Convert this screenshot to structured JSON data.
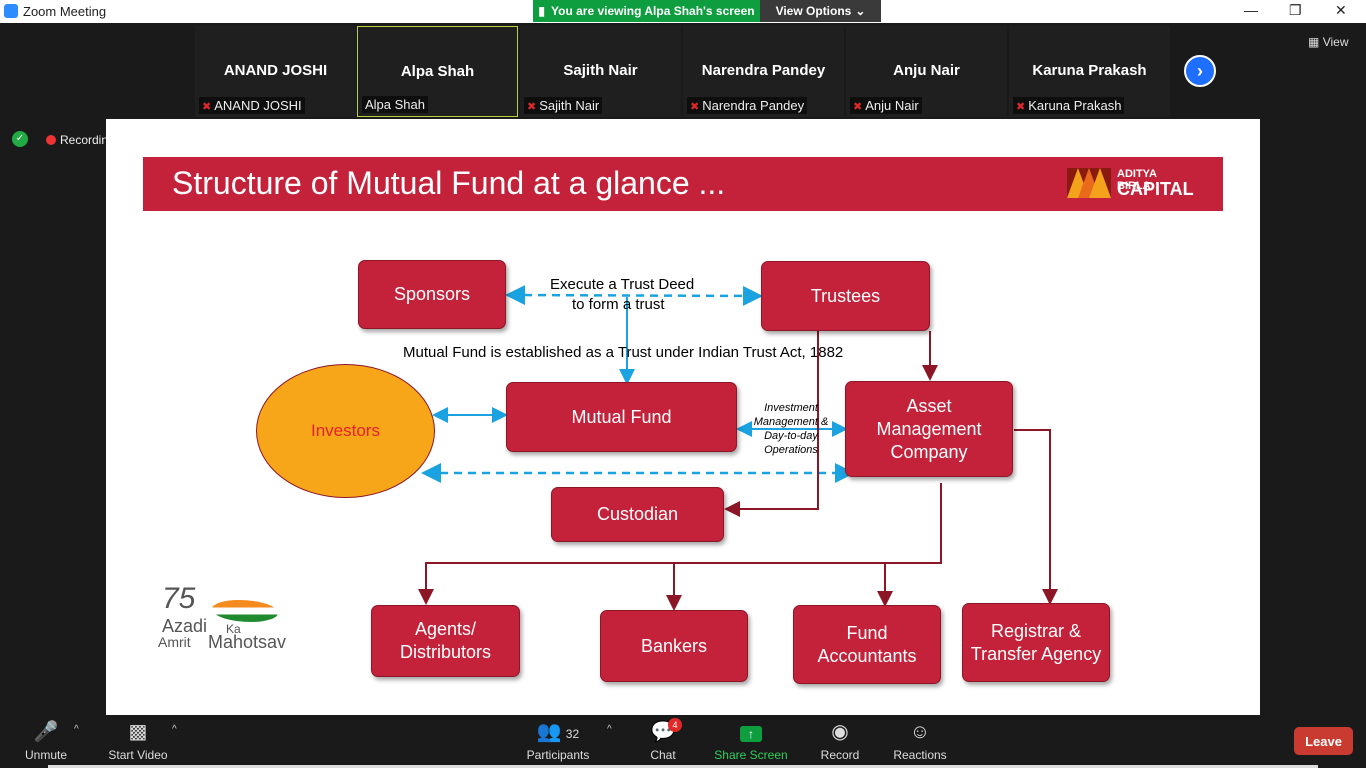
{
  "window": {
    "title": "Zoom Meeting"
  },
  "banner": {
    "text": "You are viewing Alpa Shah's screen",
    "view_options": "View Options"
  },
  "gallery": {
    "participants": [
      {
        "big": "ANAND JOSHI",
        "small": "ANAND JOSHI",
        "muted": true
      },
      {
        "big": "Alpa Shah",
        "small": "Alpa Shah",
        "muted": false
      },
      {
        "big": "Sajith Nair",
        "small": "Sajith Nair",
        "muted": true
      },
      {
        "big": "Narendra Pandey",
        "small": "Narendra Pandey",
        "muted": true
      },
      {
        "big": "Anju Nair",
        "small": "Anju Nair",
        "muted": true
      },
      {
        "big": "Karuna Prakash",
        "small": "Karuna Prakash",
        "muted": true
      }
    ],
    "view_label": "View"
  },
  "status": {
    "recording": "Recordin"
  },
  "slide": {
    "title": "Structure of Mutual Fund at a glance ...",
    "logo_line1": "ADITYA BIRLA",
    "logo_line2": "CAPITAL",
    "boxes": {
      "sponsors": "Sponsors",
      "trustees": "Trustees",
      "mutual_fund": "Mutual Fund",
      "amc_1": "Asset",
      "amc_2": "Management",
      "amc_3": "Company",
      "investors": "Investors",
      "custodian": "Custodian",
      "agents_1": "Agents/",
      "agents_2": "Distributors",
      "bankers": "Bankers",
      "fund_acc_1": "Fund",
      "fund_acc_2": "Accountants",
      "rta_1": "Registrar &",
      "rta_2": "Transfer Agency"
    },
    "labels": {
      "trust_deed_1": "Execute a Trust Deed",
      "trust_deed_2": "to form a trust",
      "established": "Mutual Fund is established as a Trust under Indian Trust Act, 1882",
      "inv_mgmt_1": "Investment",
      "inv_mgmt_2": "Management &",
      "inv_mgmt_3": "Day-to-day",
      "inv_mgmt_4": "Operations"
    },
    "azadi": {
      "n": "75",
      "w1": "Azadi",
      "w2": "Ka",
      "w3": "Amrit",
      "w4": "Mahotsav"
    }
  },
  "toolbar": {
    "unmute": "Unmute",
    "start_video": "Start Video",
    "participants": "Participants",
    "participants_count": "32",
    "chat": "Chat",
    "chat_badge": "4",
    "share_screen": "Share Screen",
    "record": "Record",
    "reactions": "Reactions",
    "leave": "Leave"
  },
  "colors": {
    "brand_red": "#c3223a",
    "investor_orange": "#f7a61a",
    "arrow_blue": "#1aa3e0",
    "arrow_dark": "#8d1626",
    "share_green": "#0e9e3f"
  }
}
